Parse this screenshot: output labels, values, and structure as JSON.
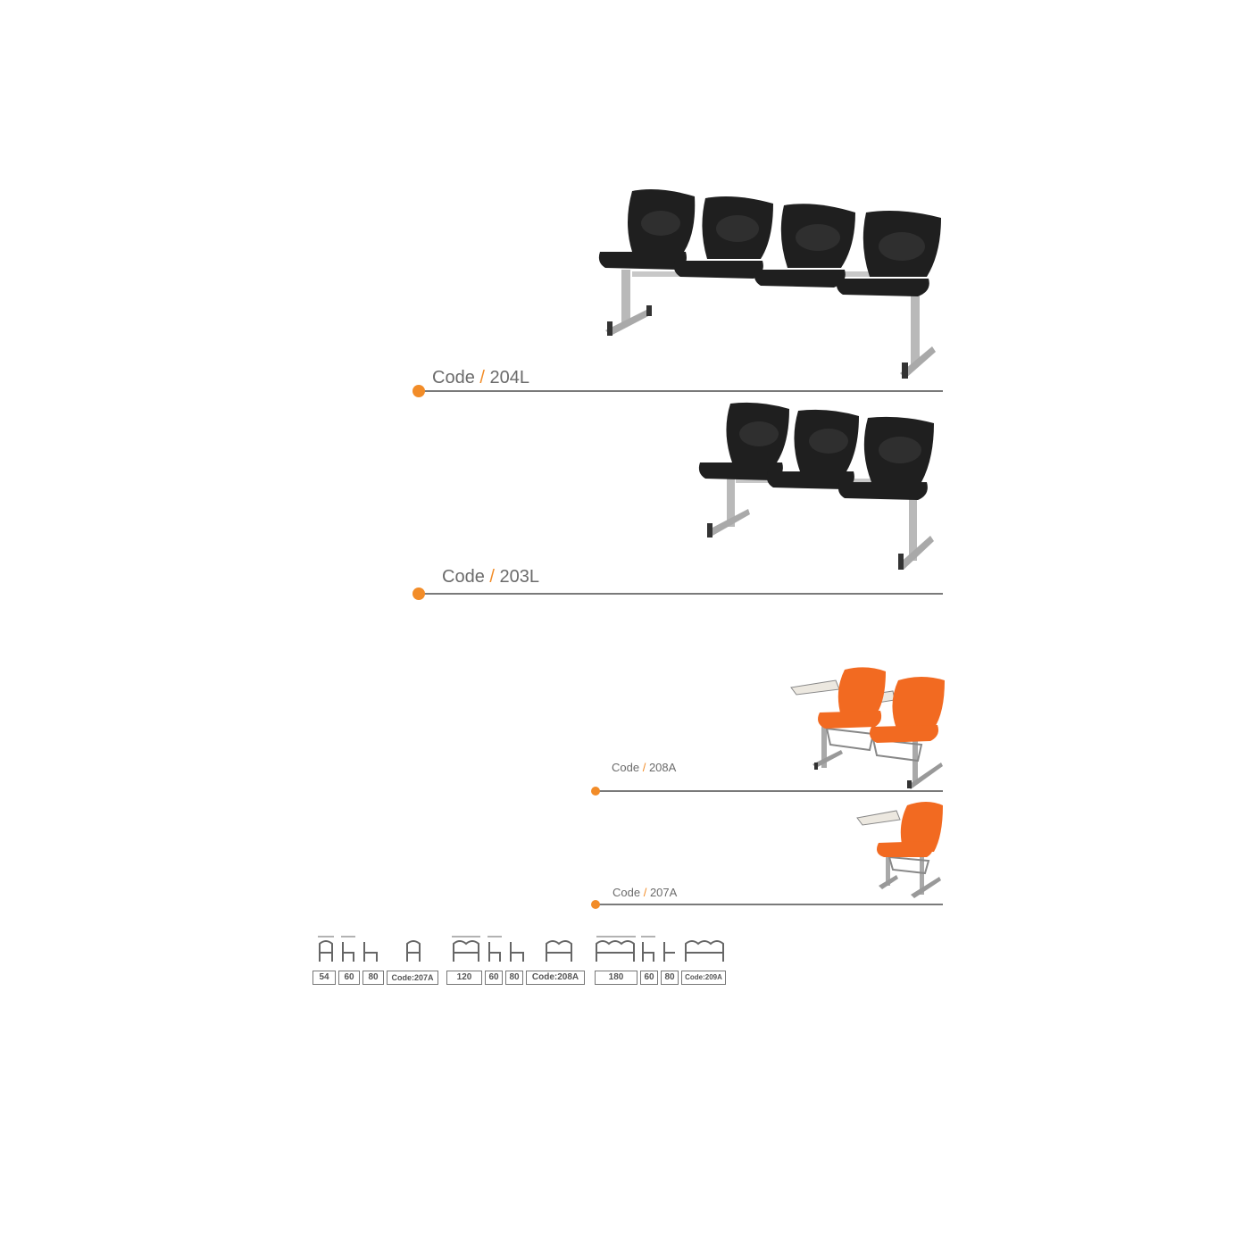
{
  "products": [
    {
      "code_word": "Code",
      "separator": "/",
      "code": "204L",
      "seats": 4,
      "color": "#1e1e1e"
    },
    {
      "code_word": "Code",
      "separator": "/",
      "code": "203L",
      "seats": 3,
      "color": "#1e1e1e"
    },
    {
      "code_word": "Code",
      "separator": "/",
      "code": "208A",
      "seats": 2,
      "color": "#f26a21"
    },
    {
      "code_word": "Code",
      "separator": "/",
      "code": "207A",
      "seats": 1,
      "color": "#f26a21"
    }
  ],
  "dimensions": [
    {
      "width": "54",
      "depth": "60",
      "height": "80",
      "code": "Code:207A"
    },
    {
      "width": "120",
      "depth": "60",
      "height": "80",
      "code": "Code:208A"
    },
    {
      "width": "180",
      "depth": "60",
      "height": "80",
      "code": "Code:209A"
    }
  ],
  "colors": {
    "accent": "#f28c28",
    "rule": "#7a7a7a",
    "text": "#6b6b6b"
  }
}
